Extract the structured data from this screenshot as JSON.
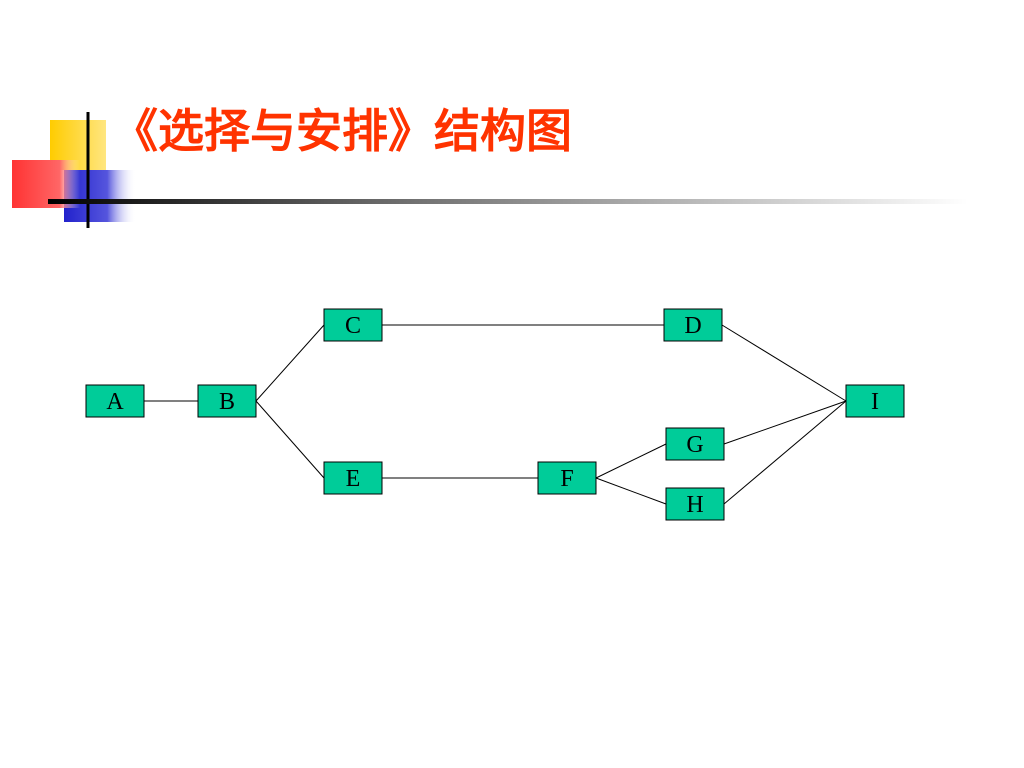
{
  "slide": {
    "title": "《选择与安排》结构图",
    "title_color": "#ff3300"
  },
  "colors": {
    "node_fill": "#00cc99",
    "node_stroke": "#000000",
    "edge": "#000000",
    "deco_yellow": "#ffcc00",
    "deco_red": "#ff3333",
    "deco_blue": "#3333cc"
  },
  "diagram": {
    "nodes": [
      {
        "id": "A",
        "label": "A"
      },
      {
        "id": "B",
        "label": "B"
      },
      {
        "id": "C",
        "label": "C"
      },
      {
        "id": "D",
        "label": "D"
      },
      {
        "id": "E",
        "label": "E"
      },
      {
        "id": "F",
        "label": "F"
      },
      {
        "id": "G",
        "label": "G"
      },
      {
        "id": "H",
        "label": "H"
      },
      {
        "id": "I",
        "label": "I"
      }
    ],
    "edges": [
      {
        "from": "A",
        "to": "B"
      },
      {
        "from": "B",
        "to": "C"
      },
      {
        "from": "B",
        "to": "E"
      },
      {
        "from": "C",
        "to": "D"
      },
      {
        "from": "E",
        "to": "F"
      },
      {
        "from": "F",
        "to": "G"
      },
      {
        "from": "F",
        "to": "H"
      },
      {
        "from": "D",
        "to": "I"
      },
      {
        "from": "G",
        "to": "I"
      },
      {
        "from": "H",
        "to": "I"
      }
    ]
  }
}
